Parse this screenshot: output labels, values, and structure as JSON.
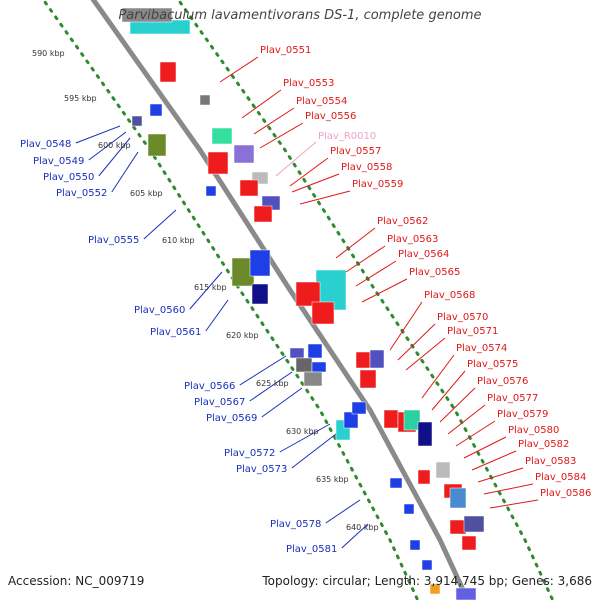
{
  "map": {
    "title": "Parvibaculum lavamentivorans DS-1, complete genome",
    "accession": "Accession: NC_009719",
    "summary": "Topology: circular; Length: 3,914,745 bp; Genes: 3,686"
  },
  "colors": {
    "forward_strand": "#ee1c1c",
    "reverse_strand": "#1f3fe6",
    "backbone": "#8a8a8a",
    "gc_guide": "#2e8b2e",
    "forward_label": "#e01818",
    "reverse_label": "#1830b8",
    "rna_label": "#f0a0c8",
    "tick_label": "#333333"
  },
  "scale": {
    "ticks": [
      "590 kbp",
      "595 kbp",
      "600 kbp",
      "605 kbp",
      "610 kbp",
      "615 kbp",
      "620 kbp",
      "625 kbp",
      "630 kbp",
      "635 kbp",
      "640 kbp"
    ]
  },
  "forward_labels": [
    "Plav_0551",
    "Plav_0553",
    "Plav_0554",
    "Plav_0556",
    "Plav_0557",
    "Plav_0558",
    "Plav_0559",
    "Plav_0562",
    "Plav_0563",
    "Plav_0564",
    "Plav_0565",
    "Plav_0568",
    "Plav_0570",
    "Plav_0571",
    "Plav_0574",
    "Plav_0575",
    "Plav_0576",
    "Plav_0577",
    "Plav_0579",
    "Plav_0580",
    "Plav_0582",
    "Plav_0583",
    "Plav_0584",
    "Plav_0586"
  ],
  "rna_labels": [
    "Plav_R0010"
  ],
  "reverse_labels": [
    "Plav_0548",
    "Plav_0549",
    "Plav_0550",
    "Plav_0552",
    "Plav_0555",
    "Plav_0560",
    "Plav_0561",
    "Plav_0566",
    "Plav_0567",
    "Plav_0569",
    "Plav_0572",
    "Plav_0573",
    "Plav_0578",
    "Plav_0581"
  ]
}
